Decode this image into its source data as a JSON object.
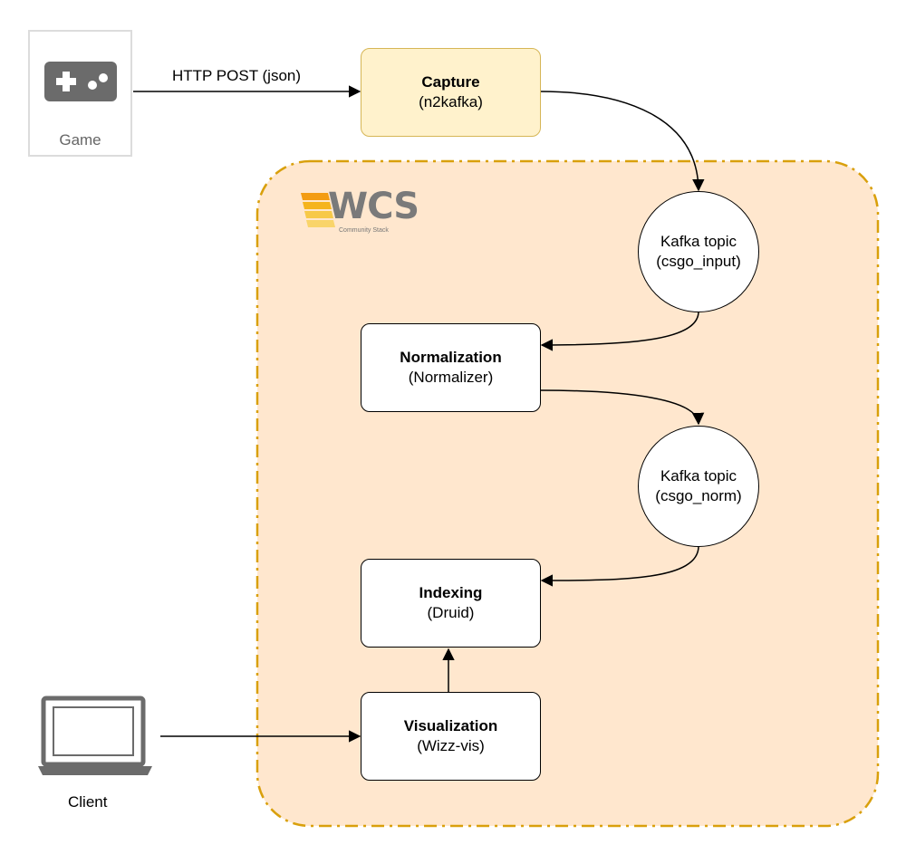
{
  "game": {
    "label": "Game",
    "icon": "gamepad-icon"
  },
  "client": {
    "label": "Client",
    "icon": "laptop-icon"
  },
  "edges": {
    "http_post": "HTTP POST (json)"
  },
  "group": {
    "brand": "WCS",
    "brand_subtitle": "Community Stack",
    "fill": "#ffe6cc",
    "border": "#d79b00"
  },
  "nodes": {
    "capture": {
      "title": "Capture",
      "subtitle": "(n2kafka)"
    },
    "kafka_input": {
      "line1": "Kafka topic",
      "line2": "(csgo_input)"
    },
    "normalization": {
      "title": "Normalization",
      "subtitle": "(Normalizer)"
    },
    "kafka_norm": {
      "line1": "Kafka topic",
      "line2": "(csgo_norm)"
    },
    "indexing": {
      "title": "Indexing",
      "subtitle": "(Druid)"
    },
    "visualization": {
      "title": "Visualization",
      "subtitle": "(Wizz-vis)"
    }
  }
}
